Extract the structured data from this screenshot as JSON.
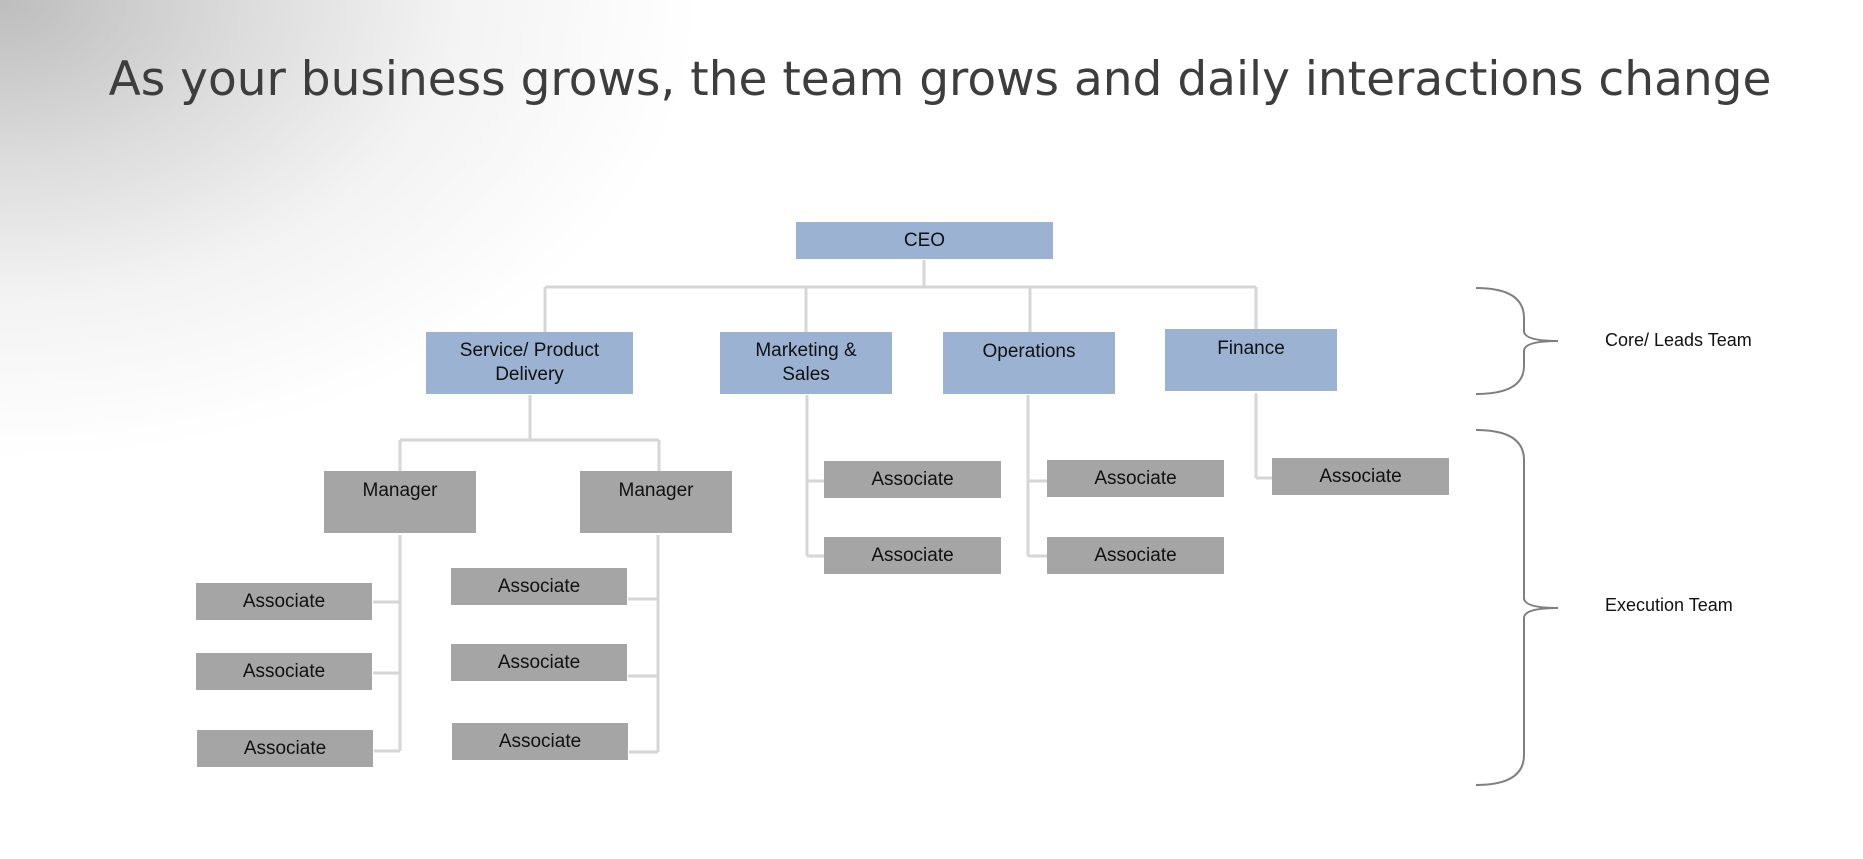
{
  "title": "As your business grows, the team grows and daily interactions change",
  "nodes": {
    "ceo": "CEO",
    "service": "Service/ Product Delivery",
    "marketing": "Marketing & Sales",
    "operations": "Operations",
    "finance": "Finance",
    "manager": "Manager",
    "associate": "Associate"
  },
  "braces": {
    "core": "Core/ Leads Team",
    "execution": "Execution Team"
  },
  "colors": {
    "leads_fill": "#9bb2d3",
    "execution_fill": "#a5a5a5",
    "connector": "#d6d6d6",
    "brace": "#7f7f7f"
  }
}
